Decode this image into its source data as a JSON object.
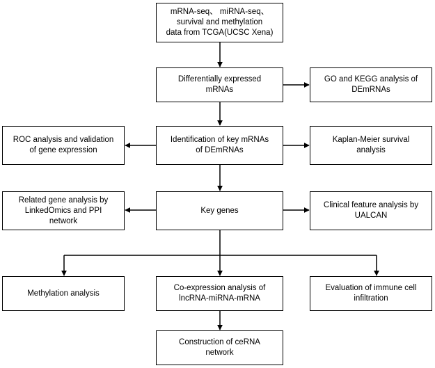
{
  "nodes": {
    "tcga_data": "mRNA-seq、 miRNA-seq、\nsurvival and methylation\ndata from TCGA(UCSC Xena)",
    "dem": "Differentially expressed\nmRNAs",
    "go_kegg": "GO and KEGG analysis of\nDEmRNAs",
    "roc": "ROC analysis and validation\nof gene expression",
    "identify": "Identification of key mRNAs\nof DEmRNAs",
    "km": "Kaplan-Meier survival\nanalysis",
    "related": "Related gene analysis by\nLinkedOmics and PPI\nnetwork",
    "key_genes": "Key genes",
    "clinical": "Clinical feature analysis by\nUALCAN",
    "methylation": "Methylation analysis",
    "coexpr": "Co-expression analysis of\nlncRNA-miRNA-mRNA",
    "immune": "Evaluation of immune cell\ninfiltration",
    "cerna": "Construction of ceRNA\nnetwork"
  },
  "colors": {
    "stroke": "#000000",
    "background": "#ffffff"
  }
}
